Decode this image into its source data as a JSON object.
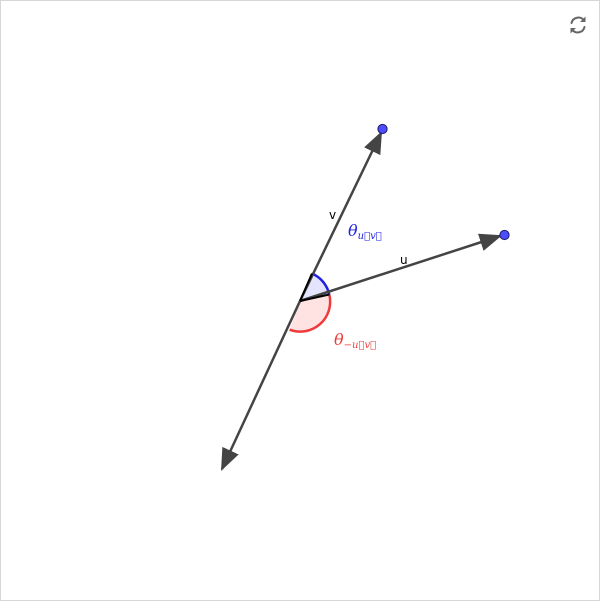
{
  "colors": {
    "vector": "#444444",
    "point": "#4d4dff",
    "point_stroke": "#1a1a66",
    "angle_positive": "#2020e0",
    "angle_positive_fill": "#e4e4ff",
    "angle_negative": "#f03a3a",
    "angle_negative_fill": "#ffe2e2"
  },
  "labels": {
    "vector_u": "u",
    "vector_v": "v",
    "angle_uv_symbol": "θ",
    "angle_uv_subscript": "u⃗v⃗",
    "angle_neg_symbol": "θ",
    "angle_neg_subscript": "−u⃗v⃗"
  },
  "icons": {
    "reset": "refresh-icon"
  }
}
